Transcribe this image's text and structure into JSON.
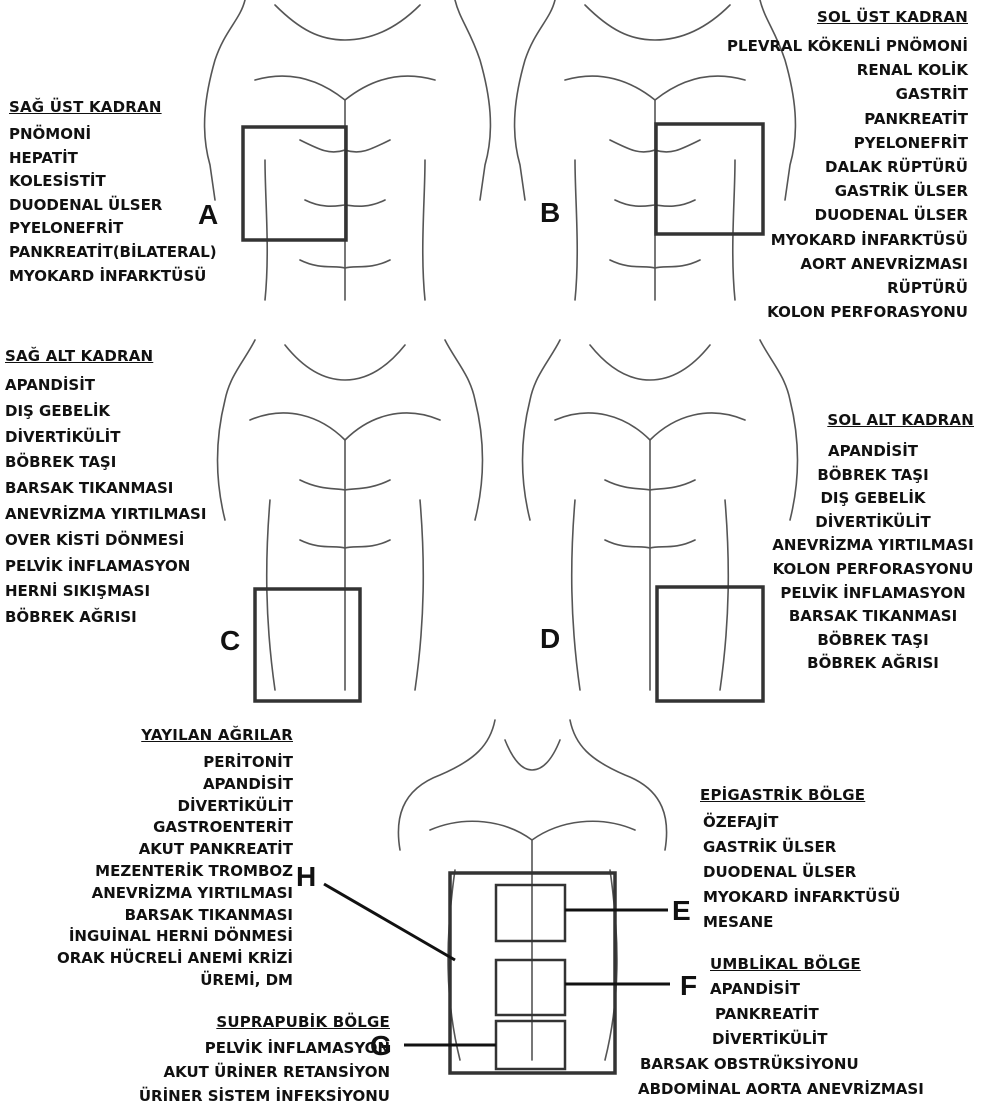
{
  "quadrants": {
    "A": {
      "letter": "A",
      "title": "SAĞ ÜST KADRAN",
      "items": [
        "PNÖMONİ",
        "HEPATİT",
        "KOLESİSTİT",
        "DUODENAL ÜLSER",
        "PYELONEFRİT",
        "PANKREATİT(BİLATERAL)",
        "MYOKARD İNFARKTÜSÜ"
      ]
    },
    "B": {
      "letter": "B",
      "title": "SOL ÜST KADRAN",
      "items": [
        "PLEVRAL KÖKENLİ PNÖMONİ",
        "RENAL KOLİK",
        "GASTRİT",
        "PANKREATİT",
        "PYELONEFRİT",
        "DALAK RÜPTÜRÜ",
        "GASTRİK ÜLSER",
        "DUODENAL ÜLSER",
        "MYOKARD İNFARKTÜSÜ",
        "AORT ANEVRİZMASI",
        "RÜPTÜRÜ",
        "KOLON PERFORASYONU"
      ]
    },
    "C": {
      "letter": "C",
      "title": "SAĞ ALT KADRAN",
      "items": [
        "APANDİSİT",
        "DIŞ GEBELİK",
        "DİVERTİKÜLİT",
        "BÖBREK TAŞI",
        "BARSAK TIKANMASI",
        "ANEVRİZMA YIRTILMASI",
        "OVER KİSTİ DÖNMESİ",
        "PELVİK İNFLAMASYON",
        "HERNİ SIKIŞMASI",
        "BÖBREK AĞRISI"
      ]
    },
    "D": {
      "letter": "D",
      "title": "SOL ALT KADRAN",
      "items": [
        "APANDİSİT",
        "BÖBREK TAŞI",
        "DIŞ GEBELİK",
        "DİVERTİKÜLİT",
        "ANEVRİZMA YIRTILMASI",
        "KOLON PERFORASYONU",
        "PELVİK İNFLAMASYON",
        "BARSAK TIKANMASI",
        "BÖBREK TAŞI",
        "BÖBREK AĞRISI"
      ]
    }
  },
  "regions": {
    "H": {
      "letter": "H",
      "title": "YAYILAN AĞRILAR",
      "items": [
        "PERİTONİT",
        "APANDİSİT",
        "DİVERTİKÜLİT",
        "GASTROENTERİT",
        "AKUT PANKREATİT",
        "MEZENTERİK TROMBOZ",
        "ANEVRİZMA YIRTILMASI",
        "BARSAK TIKANMASI",
        "İNGUİNAL HERNİ DÖNMESİ",
        "ORAK HÜCRELİ ANEMİ KRİZİ",
        "ÜREMİ, DM"
      ]
    },
    "E": {
      "letter": "E",
      "title": "EPİGASTRİK BÖLGE",
      "items": [
        "ÖZEFAJİT",
        "GASTRİK ÜLSER",
        "DUODENAL ÜLSER",
        "MYOKARD İNFARKTÜSÜ",
        "MESANE"
      ]
    },
    "F": {
      "letter": "F",
      "title": "UMBLİKAL BÖLGE",
      "items": [
        "APANDİSİT",
        "PANKREATİT",
        "DİVERTİKÜLİT",
        "BARSAK OBSTRÜKSİYONU",
        "ABDOMİNAL AORTA ANEVRİZMASI"
      ]
    },
    "G": {
      "letter": "G",
      "title": "SUPRAPUBİK BÖLGE",
      "items": [
        "PELVİK İNFLAMASYON",
        "AKUT ÜRİNER RETANSİYON",
        "ÜRİNER SİSTEM İNFEKSİYONU"
      ]
    }
  }
}
